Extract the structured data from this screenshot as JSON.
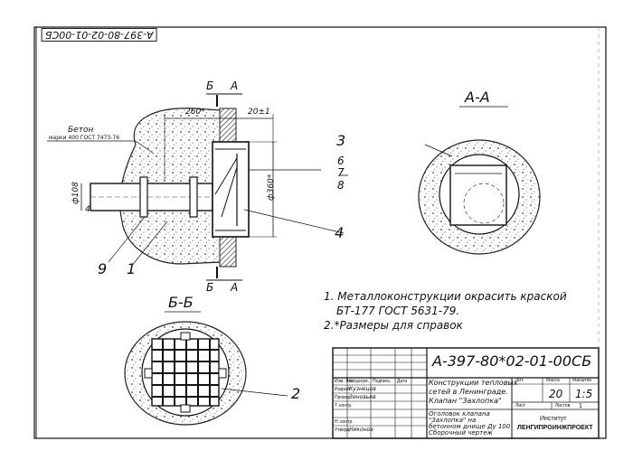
{
  "drawing": {
    "sheet_code_rotated": "А-397-80-02-01-00СБ",
    "sheet_code_title": "А-397-80*02-01-00СБ",
    "concrete_label": "Бетон",
    "concrete_spec": "марки 400 ГОСТ 7473-76",
    "section_bb_top": "Б",
    "section_aa_top": "А",
    "section_bb_bottom": "Б",
    "section_aa_bottom": "А",
    "dim_260": "260*",
    "dim_20": "20±1",
    "dim_108": "ф108",
    "dim_4": "4",
    "dim_360": "ф360*",
    "callouts": [
      "1",
      "2",
      "3",
      "4",
      "6",
      "7",
      "8",
      "9"
    ],
    "view_aa_title": "А-А",
    "view_bb_title": "Б-Б"
  },
  "notes": [
    "1. Металлоконструкции окрасить краской",
    "БТ-177 ГОСТ 5631-79.",
    "2.*Размеры для справок"
  ],
  "title_block": {
    "document_title_line1": "Конструкции тепловых",
    "document_title_line2": "сетей в Ленинграде.",
    "document_title_line3": "Клапан \"Захлопка\"",
    "part_line1": "Оголовок клапана",
    "part_line2": "\"Захлопка\" на",
    "part_line3": "бетонном днище Ду 100",
    "part_line4": "Сборочный чертеж",
    "col_lit": "Лит.",
    "col_mass": "Масса",
    "col_scale": "Масштаб",
    "mass_value": "20",
    "scale_value": "1:5",
    "sheet_label": "Лист",
    "sheets_label": "Листов",
    "sheets_value": "1",
    "org_line1": "Институт",
    "org_line2": "ЛЕНГИПРОИНЖПРОЕКТ",
    "rows": [
      {
        "role": "Изм. Лист",
        "name": "№ докум.",
        "sign": "Подпись",
        "date": "Дата"
      },
      {
        "role": "Разраб.",
        "name": "Кузнецов",
        "sign": "",
        "date": ""
      },
      {
        "role": "Провер.",
        "name": "Зиновьев",
        "sign": "",
        "date": ""
      },
      {
        "role": "Т. контр.",
        "name": "",
        "sign": "",
        "date": ""
      },
      {
        "role": "",
        "name": "",
        "sign": "",
        "date": ""
      },
      {
        "role": "Н. контр.",
        "name": "",
        "sign": "",
        "date": ""
      },
      {
        "role": "Утверд.",
        "name": "Никонов",
        "sign": "",
        "date": ""
      }
    ]
  }
}
